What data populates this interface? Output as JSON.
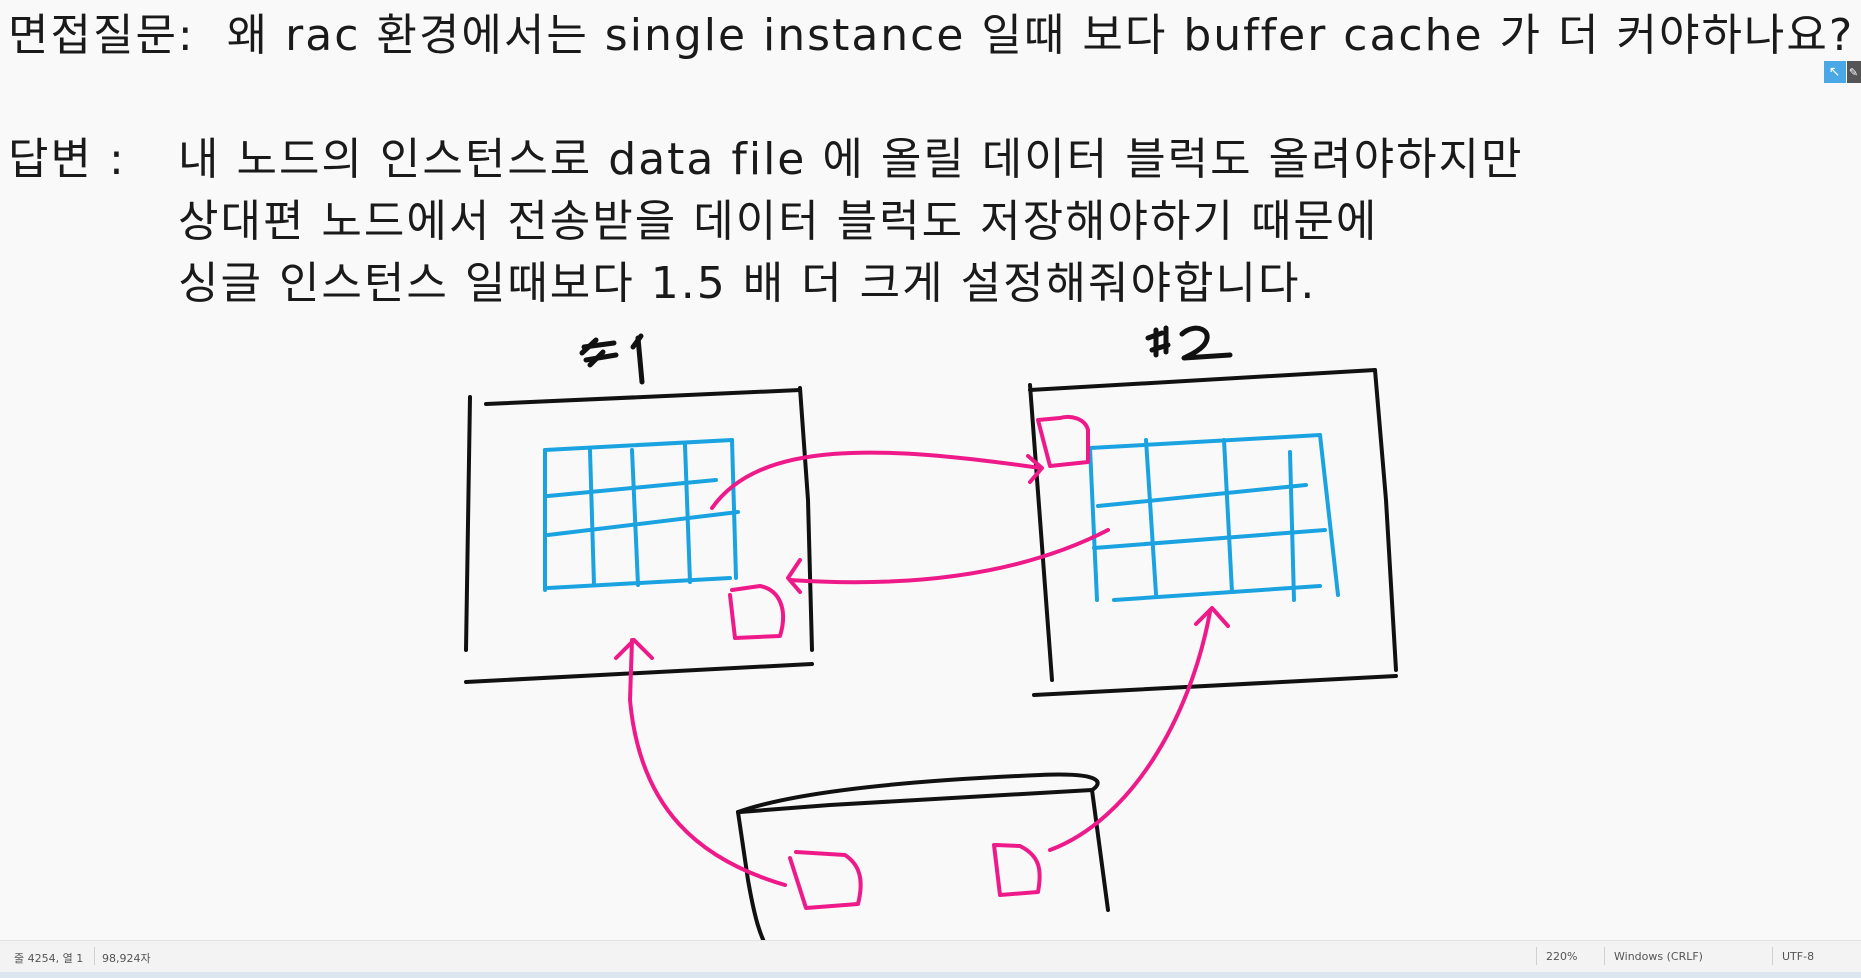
{
  "editor": {
    "question": "면접질문:  왜 rac 환경에서는 single instance 일때 보다 buffer cache 가 더 커야하나요?",
    "answer_label": "답변 :",
    "answer_lines": [
      "내 노드의 인스턴스로 data file 에 올릴 데이터 블럭도 올려야하지만",
      "상대편 노드에서 전송받을 데이터 블럭도 저장해야하기 때문에",
      "싱글 인스턴스 일때보다 1.5 배 더 크게 설정해줘야합니다."
    ]
  },
  "drawing": {
    "node1_label": "#1",
    "node2_label": "#2",
    "colors": {
      "ink": "#111111",
      "cache_grid": "#1aa3e0",
      "block_arrows": "#ee1a8a"
    }
  },
  "statusbar": {
    "position": "줄 4254, 열 1",
    "char_count": "98,924자",
    "zoom": "220%",
    "line_ending": "Windows (CRLF)",
    "encoding": "UTF-8"
  },
  "corner_tool": {
    "icons": [
      "cursor-icon",
      "pen-icon"
    ]
  }
}
